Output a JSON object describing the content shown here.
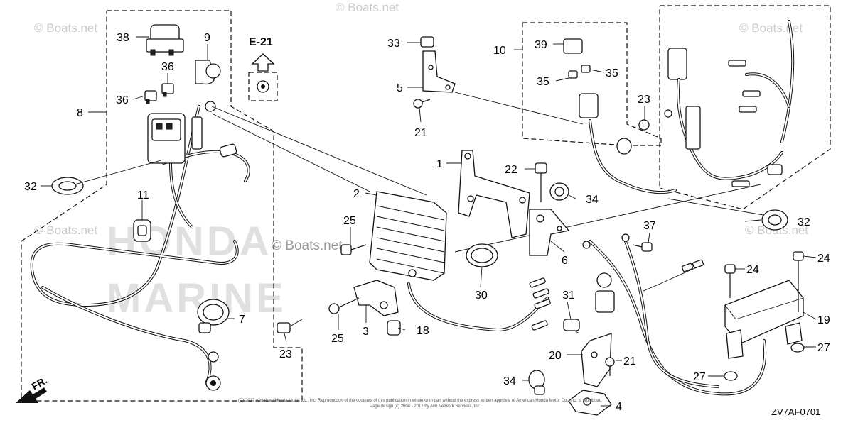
{
  "watermarks": {
    "top_left": "© Boats.net",
    "top_mid": "© Boats.net",
    "top_right": "© Boats.net",
    "center": "© Boats.net",
    "left_mid": "© Boats.net",
    "right_mid": "© Boats.net",
    "brand_line1": "HONDA",
    "brand_line2": "MARINE"
  },
  "reference": {
    "label": "E-21"
  },
  "direction": {
    "label": "FR."
  },
  "diagram_code": "ZV7AF0701",
  "copyright_line1": "(C) 2017 American Honda Motor Co., Inc. Reproduction of the contents of this publication in whole or in part without the express written approval of American Honda Motor Co., Inc. is prohibited.",
  "copyright_line2": "Page design (c) 2004 - 2017 by ARI Network Services, Inc.",
  "callouts": {
    "c1": "1",
    "c2": "2",
    "c3": "3",
    "c4": "4",
    "c5": "5",
    "c6": "6",
    "c7": "7",
    "c8": "8",
    "c9": "9",
    "c10": "10",
    "c11": "11",
    "c18": "18",
    "c19": "19",
    "c20": "20",
    "c21a": "21",
    "c21b": "21",
    "c22": "22",
    "c23a": "23",
    "c23b": "23",
    "c24a": "24",
    "c24b": "24",
    "c25a": "25",
    "c25b": "25",
    "c27a": "27",
    "c27b": "27",
    "c30": "30",
    "c31": "31",
    "c32a": "32",
    "c32b": "32",
    "c33": "33",
    "c34a": "34",
    "c34b": "34",
    "c35a": "35",
    "c35b": "35",
    "c36a": "36",
    "c36b": "36",
    "c37": "37",
    "c38": "38",
    "c39": "39"
  }
}
